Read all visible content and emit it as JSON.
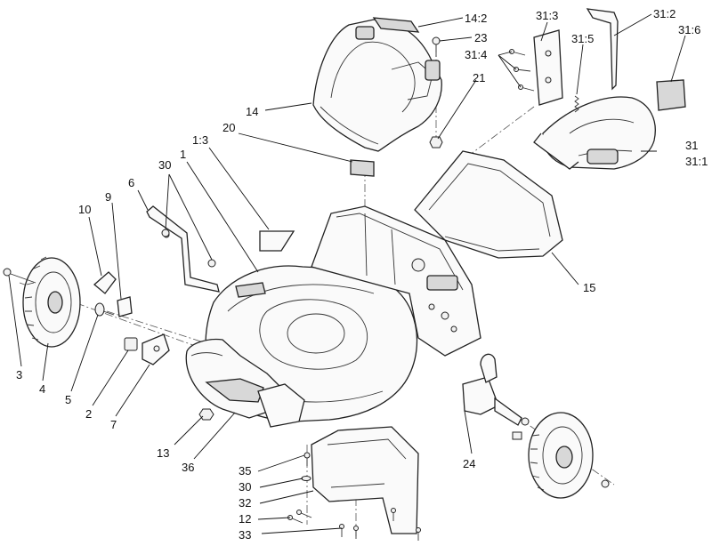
{
  "callouts": {
    "c14_2": "14:2",
    "c23": "23",
    "c21": "21",
    "c14": "14",
    "c31_3": "31:3",
    "c31_2": "31:2",
    "c31_6": "31:6",
    "c31_4": "31:4",
    "c31_5": "31:5",
    "c31": "31",
    "c31_1": "31:1",
    "c20": "20",
    "c1_3": "1:3",
    "c30a": "30",
    "c1": "1",
    "c6": "6",
    "c10": "10",
    "c9": "9",
    "c15": "15",
    "c3": "3",
    "c4": "4",
    "c5": "5",
    "c2": "2",
    "c7": "7",
    "c13": "13",
    "c36": "36",
    "c35": "35",
    "c30b": "30",
    "c32": "32",
    "c12": "12",
    "c33": "33",
    "c24": "24"
  }
}
